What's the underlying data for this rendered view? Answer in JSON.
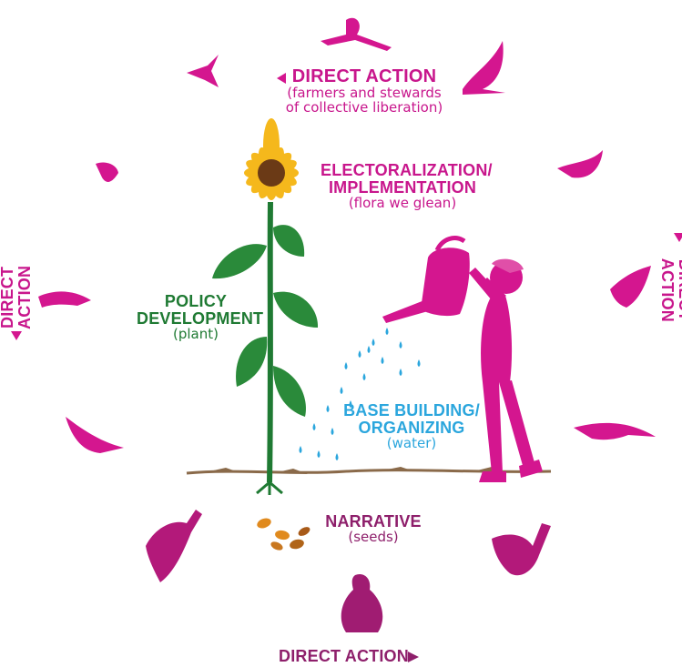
{
  "colors": {
    "magenta": "#d4168f",
    "green": "#1f7a33",
    "blue": "#2ba6dd",
    "purple": "#8e1f6b",
    "sunflower": "#f5b81c",
    "soil": "#8a6a4a"
  },
  "labels": {
    "direct_action_top": "DIRECT ACTION",
    "direct_action_top_sub1": "(farmers and stewards",
    "direct_action_top_sub2": "of collective liberation)",
    "direct_action_left": "DIRECT ACTION",
    "direct_action_right": "DIRECT ACTION",
    "direct_action_bottom": "DIRECT ACTION",
    "electoral_title1": "ELECTORALIZATION/",
    "electoral_title2": "IMPLEMENTATION",
    "electoral_sub": "(flora we glean)",
    "policy_title1": "POLICY",
    "policy_title2": "DEVELOPMENT",
    "policy_sub": "(plant)",
    "base_title1": "BASE BUILDING/",
    "base_title2": "ORGANIZING",
    "base_sub": "(water)",
    "narrative_title": "NARRATIVE",
    "narrative_sub": "(seeds)"
  },
  "icons": [
    "bird-icon",
    "sunflower-icon",
    "gardener-icon",
    "watering-can-icon",
    "seed-icon",
    "penguin-icon",
    "pelican-icon",
    "duck-icon"
  ]
}
